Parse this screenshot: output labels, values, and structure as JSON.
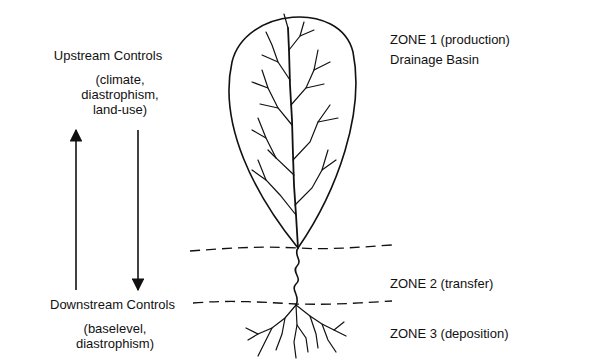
{
  "diagram": {
    "labels": [
      "Upstream Controls",
      "(climate, diastrophism, land-use)",
      "Downstream Controls",
      "(baselevel, diastrophism)",
      "ZONE 1 (production)",
      "Drainage Basin",
      "ZONE 2 (transfer)",
      "ZONE 3 (deposition)"
    ]
  }
}
